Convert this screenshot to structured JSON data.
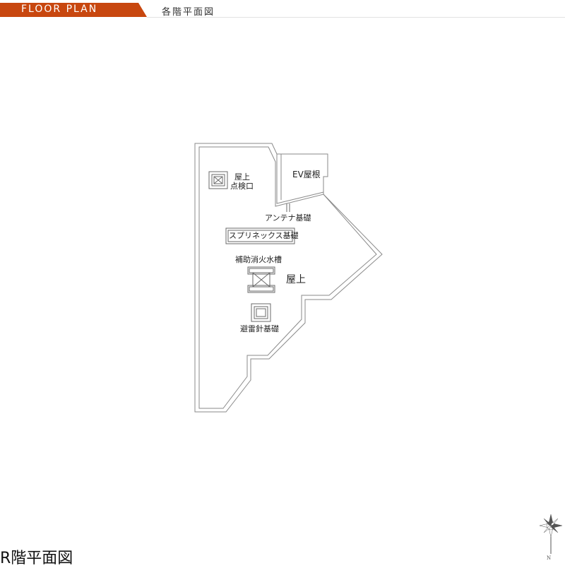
{
  "header": {
    "tab_label": "FLOOR PLAN",
    "subtitle": "各階平面図",
    "accent_color": "#c8470f"
  },
  "plan": {
    "labels": {
      "roof_hatch_line1": "屋上",
      "roof_hatch_line2": "点検口",
      "ev_roof": "EV屋根",
      "antenna_base": "アンテナ基礎",
      "sprinkler_base": "スプリネックス基礎",
      "aux_fire_tank": "補助消火水槽",
      "rooftop": "屋上",
      "lightning_rod_base": "避雷針基礎"
    }
  },
  "floor_name": "R階平面図",
  "compass": {
    "icon": "compass-rose-icon",
    "north_label": "N"
  }
}
